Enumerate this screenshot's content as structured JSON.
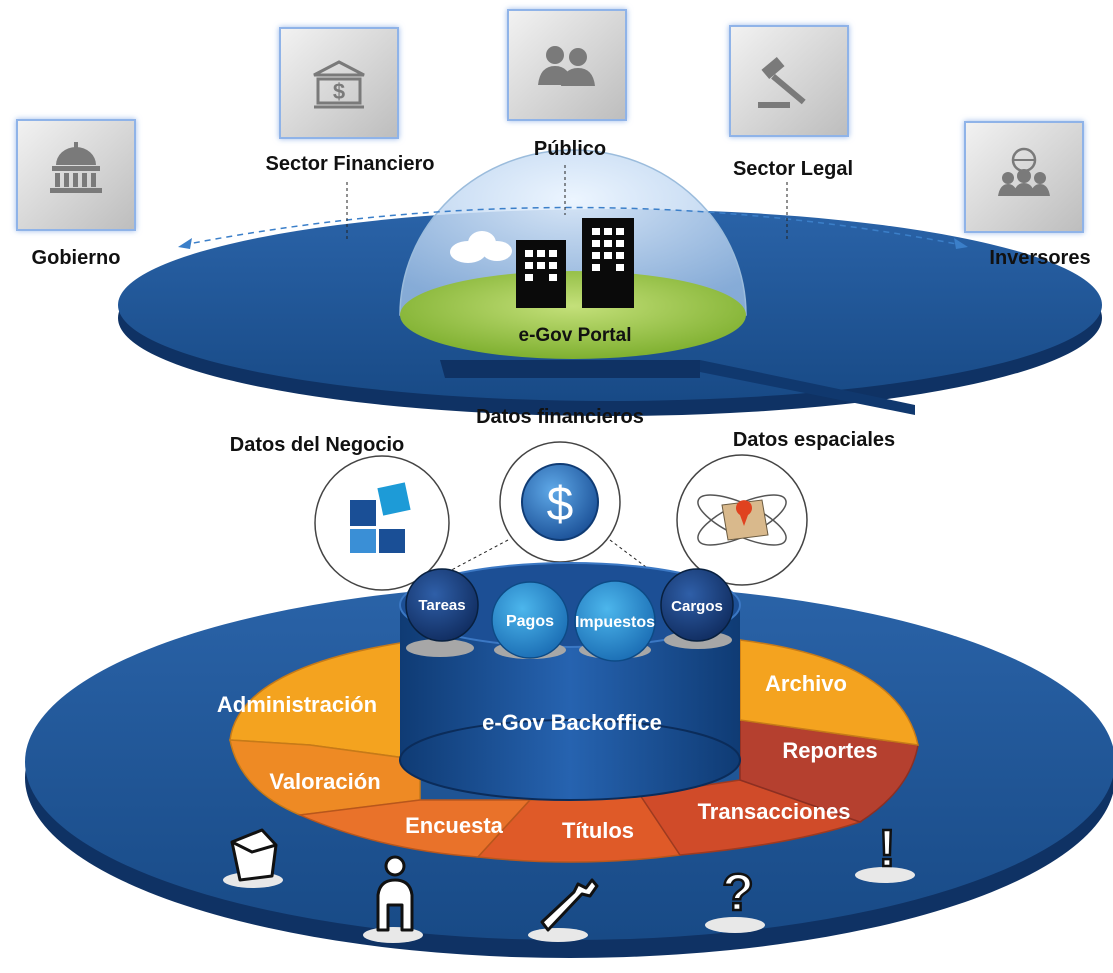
{
  "stakeholders": [
    {
      "id": "gobierno",
      "label": "Gobierno",
      "icon": "capitol-building-icon"
    },
    {
      "id": "financiero",
      "label": "Sector Financiero",
      "icon": "bank-icon"
    },
    {
      "id": "publico",
      "label": "Público",
      "icon": "people-icon"
    },
    {
      "id": "legal",
      "label": "Sector Legal",
      "icon": "gavel-icon"
    },
    {
      "id": "inversores",
      "label": "Inversores",
      "icon": "global-investors-icon"
    }
  ],
  "portal": {
    "label": "e-Gov Portal"
  },
  "data_sources": [
    {
      "label": "Datos del Negocio",
      "icon": "puzzle-icon"
    },
    {
      "label": "Datos financieros",
      "icon": "dollar-icon"
    },
    {
      "label": "Datos espaciales",
      "icon": "map-atom-icon"
    }
  ],
  "backoffice": {
    "label": "e-Gov Backoffice",
    "modules": [
      "Tareas",
      "Pagos",
      "Impuestos",
      "Cargos"
    ]
  },
  "functions": [
    "Administración",
    "Valoración",
    "Encuesta",
    "Títulos",
    "Transacciones",
    "Reportes",
    "Archivo"
  ],
  "bottom_icons": [
    "cube-icon",
    "person-icon",
    "wrench-icon",
    "question-icon",
    "exclamation-icon"
  ],
  "colors": {
    "platform": "#1d4f8e",
    "platform_dark": "#0f3264",
    "orange_light": "#f4a31f",
    "orange": "#e9722a",
    "orange_red": "#df5a28",
    "red": "#b5402f",
    "green": "#a2c84a"
  }
}
